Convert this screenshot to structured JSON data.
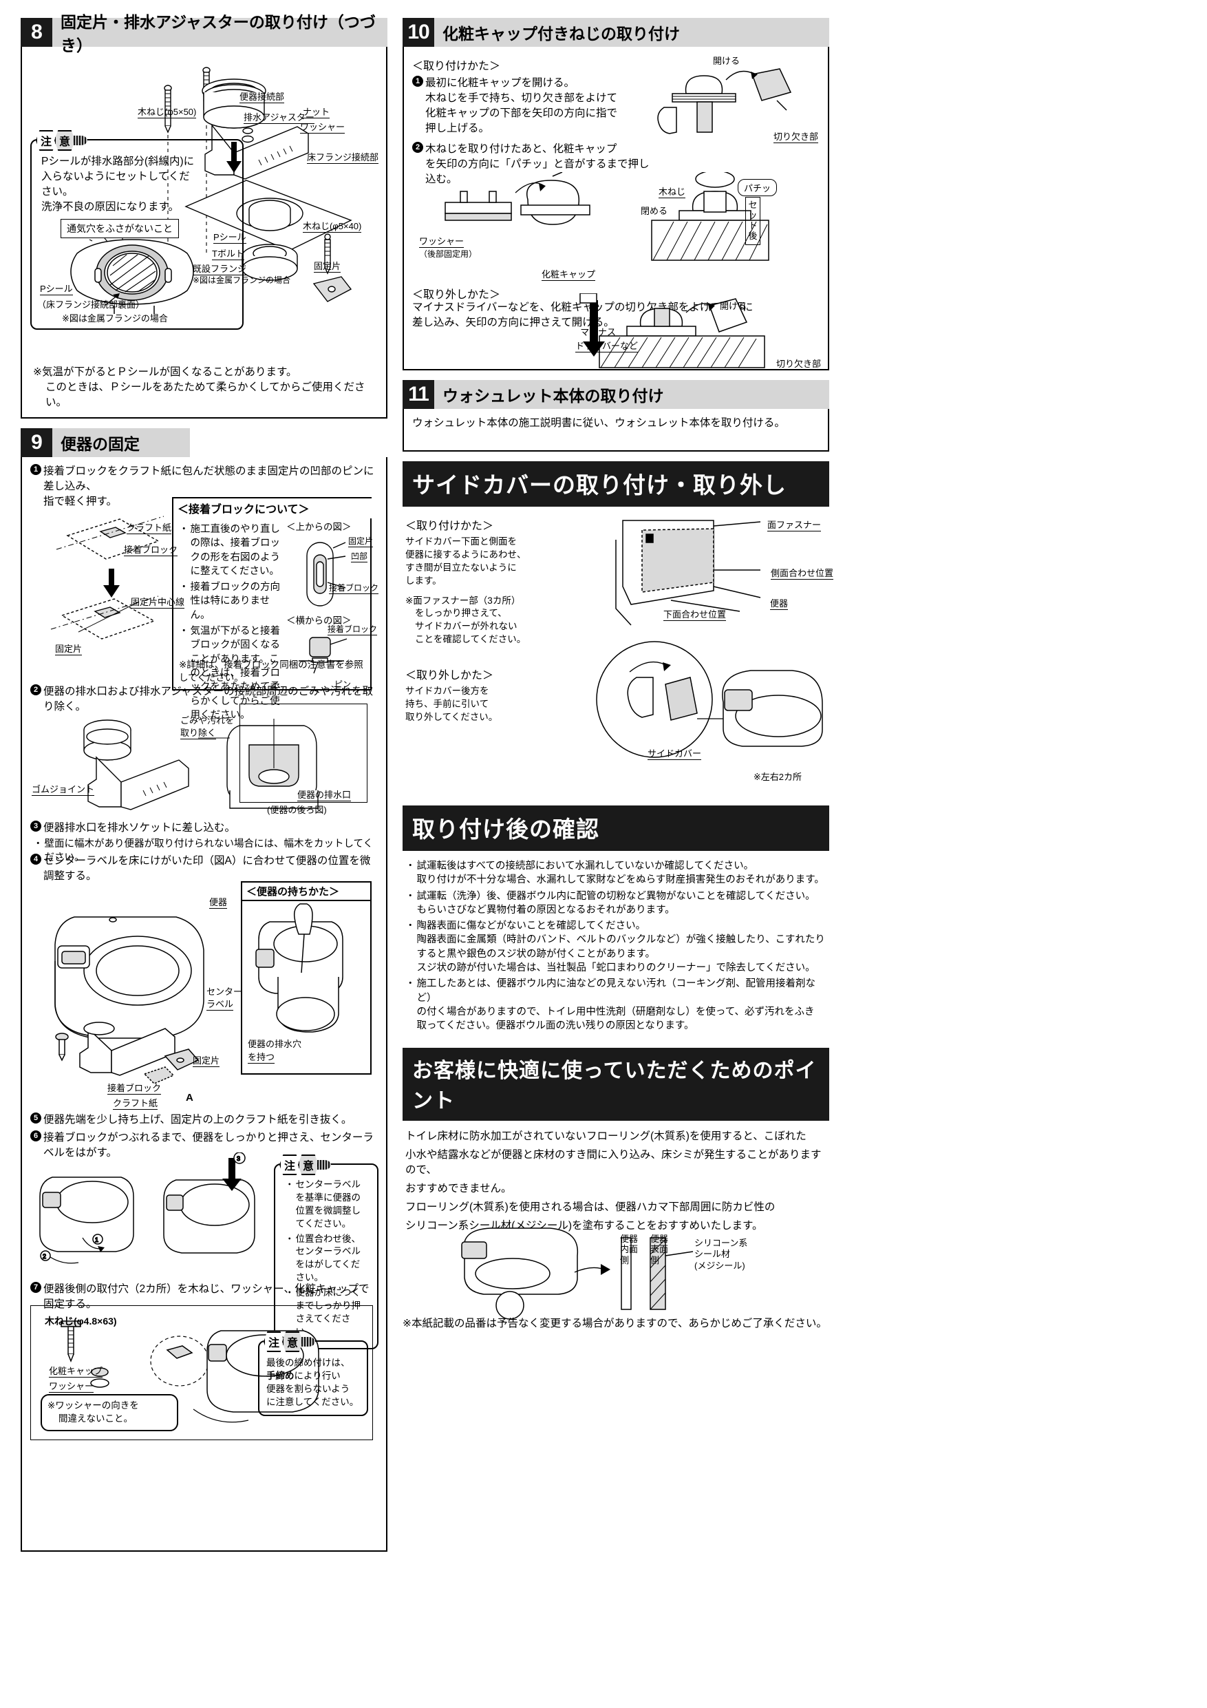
{
  "sections": {
    "s8": {
      "num": "8",
      "title": "固定片・排水アジャスターの取り付け（つづき）",
      "caution_label_1": "注",
      "caution_label_2": "意",
      "caution_lines": [
        "Pシールが排水路部分(斜線内)に",
        "入らないようにセットしてくだ",
        "さい。",
        "洗浄不良の原因になります。"
      ],
      "callout_vent": "通気穴をふさがないこと",
      "label_pseal": "Pシール",
      "label_pseal_sub1": "（床フランジ接続部裏面）",
      "label_pseal_sub2": "※図は金属フランジの場合",
      "labels": {
        "wood_screw_50": "木ねじ(φ5×50)",
        "toilet_joint": "便器接続部",
        "drain_adjuster": "排水アジャスター",
        "nut": "ナット",
        "washer": "ワッシャー",
        "floor_flange_joint": "床フランジ接続部",
        "wood_screw_40": "木ねじ(φ5×40)",
        "pseal": "Pシール",
        "tbolt": "Tボルト",
        "existing_flange": "既設フランジ",
        "existing_flange_note": "※図は金属フランジの場合",
        "fixed_piece": "固定片"
      },
      "footnote_1": "※気温が下がるとＰシールが固くなることがあります。",
      "footnote_2": "このときは、Ｐシールをあたためて柔らかくしてからご使用ください。"
    },
    "s9": {
      "num": "9",
      "title": "便器の固定",
      "step1_a": "接着ブロックをクラフト紙に包んだ状態のまま固定片の凹部のピンに差し込み、",
      "step1_b": "指で軽く押す。",
      "panel_title": "＜接着ブロックについて＞",
      "panel_items": [
        "施工直後のやり直しの際は、接着ブロックの形を右図のように整えてください。",
        "接着ブロックの方向性は特にありません。",
        "気温が下がると接着ブロックが固くなることがあります。このときは、接着ブロックをあたためて柔らかくしてからご使用ください。"
      ],
      "panel_note": "※詳細は、接着ブロック同梱の注意書を参照してください。",
      "view_top": "＜上からの図＞",
      "view_side": "＜横からの図＞",
      "lbl_kraft": "クラフト紙",
      "lbl_block": "接着ブロック",
      "lbl_fixed_center": "固定片中心線",
      "lbl_fixed": "固定片",
      "lbl_concave": "凹部",
      "lbl_pin": "ピン",
      "step2": "便器の排水口および排水アジャスターの接続部周辺のごみや汚れを取り除く。",
      "lbl_remove_dirt_1": "ごみや汚れを",
      "lbl_remove_dirt_2": "取り除く",
      "lbl_rubber_joint": "ゴムジョイント",
      "lbl_drain_port": "便器の排水口",
      "lbl_drain_port_sub": "(便器の後ろ図)",
      "step3": "便器排水口を排水ソケットに差し込む。",
      "step3_note": "壁面に幅木があり便器が取り付けられない場合には、幅木をカットしてください。",
      "step4": "センターラベルを床にけがいた印（図A）に合わせて便器の位置を微調整する。",
      "lbl_toilet": "便器",
      "lbl_center_label_1": "センター",
      "lbl_center_label_2": "ラベル",
      "lbl_fixed2": "固定片",
      "lbl_block2": "接着ブロック",
      "lbl_kraft2": "クラフト紙",
      "lbl_A": "A",
      "how_to_hold": "＜便器の持ちかた＞",
      "lbl_hold_1": "便器の排水穴",
      "lbl_hold_2": "を持つ",
      "step5": "便器先端を少し持ち上げ、固定片の上のクラフト紙を引き抜く。",
      "step6": "接着ブロックがつぶれるまで、便器をしっかりと押さえ、センターラベルをはがす。",
      "caution2_lines": [
        "センターラベルを基準に便器の位置を微調整してください。",
        "位置合わせ後、センターラベルをはがしてください。",
        "便器が床につくまでしっかり押さえてください。"
      ],
      "step7": "便器後側の取付穴（2カ所）を木ねじ、ワッシャー、化粧キャップで固定する。",
      "lbl_ws63": "木ねじ(φ4.8×63)",
      "lbl_cap": "化粧キャップ",
      "lbl_washer": "ワッシャー",
      "lbl_washer_note_1": "※ワッシャーの向きを",
      "lbl_washer_note_2": "間違えないこと。",
      "caution3_line1": "最後の締め付けは、",
      "caution3_bold": "手締め",
      "caution3_line2": "により行い",
      "caution3_line3": "便器を割らないよう",
      "caution3_line4": "に注意してください。"
    },
    "s10": {
      "num": "10",
      "title": "化粧キャップ付きねじの取り付け",
      "how_install": "＜取り付けかた＞",
      "step1_lines": [
        "最初に化粧キャップを開ける。",
        "木ねじを手で持ち、切り欠き部をよけて",
        "化粧キャップの下部を矢印の方向に指で",
        "押し上げる。"
      ],
      "step2_lines": [
        "木ねじを取り付けたあと、化粧キャップ",
        "を矢印の方向に「パチッ」と音がするまで押し込む。"
      ],
      "how_remove": "＜取り外しかた＞",
      "remove_lines": [
        "マイナスドライバーなどを、化粧キャップの切り欠き部をよけて下部に",
        "差し込み、矢印の方向に押さえて開ける。"
      ],
      "lbl_open": "開ける",
      "lbl_notch": "切り欠き部",
      "lbl_wood_screw": "木ねじ",
      "lbl_close": "閉める",
      "lbl_set_after": "セット後",
      "lbl_pachi": "パチッ",
      "lbl_washer": "ワッシャー",
      "lbl_washer_sub": "（後部固定用）",
      "lbl_cap": "化粧キャップ",
      "lbl_driver_1": "マイナス",
      "lbl_driver_2": "ドライバーなど"
    },
    "s11": {
      "num": "11",
      "title": "ウォシュレット本体の取り付け",
      "body": "ウォシュレット本体の施工説明書に従い、ウォシュレット本体を取り付ける。"
    },
    "side_cover": {
      "banner": "サイドカバーの取り付け・取り外し",
      "how_install": "＜取り付けかた＞",
      "install_lines": [
        "サイドカバー下面と側面を",
        "便器に接するようにあわせ、",
        "すき間が目立たないように",
        "します。"
      ],
      "install_note": [
        "※面ファスナー部（3カ所）",
        "をしっかり押さえて、",
        "サイドカバーが外れない",
        "ことを確認してください。"
      ],
      "how_remove": "＜取り外しかた＞",
      "remove_lines": [
        "サイドカバー後方を",
        "持ち、手前に引いて",
        "取り外してください。"
      ],
      "lbl_fastener": "面ファスナー",
      "lbl_side_pos": "側面合わせ位置",
      "lbl_bottom_pos": "下面合わせ位置",
      "lbl_toilet": "便器",
      "lbl_side_cover": "サイドカバー",
      "lbl_two_places": "※左右2カ所"
    },
    "after_check": {
      "banner": "取り付け後の確認",
      "items": [
        [
          "試運転後はすべての接続部において水漏れしていないか確認してください。",
          "取り付けが不十分な場合、水漏れして家財などをぬらす財産損害発生のおそれがあります。"
        ],
        [
          "試運転（洗浄）後、便器ボウル内に配管の切粉など異物がないことを確認してください。",
          "もらいさびなど異物付着の原因となるおそれがあります。"
        ],
        [
          "陶器表面に傷などがないことを確認してください。",
          "陶器表面に金属類（時計のバンド、ベルトのバックルなど）が強く接触したり、こすれたりすると黒や銀色のスジ状の跡が付くことがあります。",
          "スジ状の跡が付いた場合は、当社製品「蛇口まわりのクリーナー」で除去してください。"
        ],
        [
          "施工したあとは、便器ボウル内に油などの見えない汚れ（コーキング剤、配管用接着剤など）",
          "の付く場合がありますので、トイレ用中性洗剤（研磨剤なし）を使って、必ず汚れをふき",
          "取ってください。便器ボウル面の洗い残りの原因となります。"
        ]
      ]
    },
    "comfort": {
      "banner": "お客様に快適に使っていただくためのポイント",
      "lines": [
        "トイレ床材に防水加工がされていないフローリング(木質系)を使用すると、こぼれた",
        "小水や結露水などが便器と床材のすき間に入り込み、床シミが発生することがありますので、",
        "おすすめできません。",
        "フローリング(木質系)を使用される場合は、便器ハカマ下部周囲に防カビ性の",
        "シリコーン系シール材(メジシール)を塗布することをおすすめいたします。"
      ],
      "lbl_inner_1": "便器",
      "lbl_inner_2": "内面",
      "lbl_inner_3": "側",
      "lbl_outer_1": "便器",
      "lbl_outer_2": "表面",
      "lbl_outer_3": "側",
      "lbl_silicone_1": "シリコーン系",
      "lbl_silicone_2": "シール材",
      "lbl_silicone_3": "(メジシール)",
      "footer": "※本紙記載の品番は予告なく変更する場合がありますので、あらかじめご了承ください。"
    }
  }
}
